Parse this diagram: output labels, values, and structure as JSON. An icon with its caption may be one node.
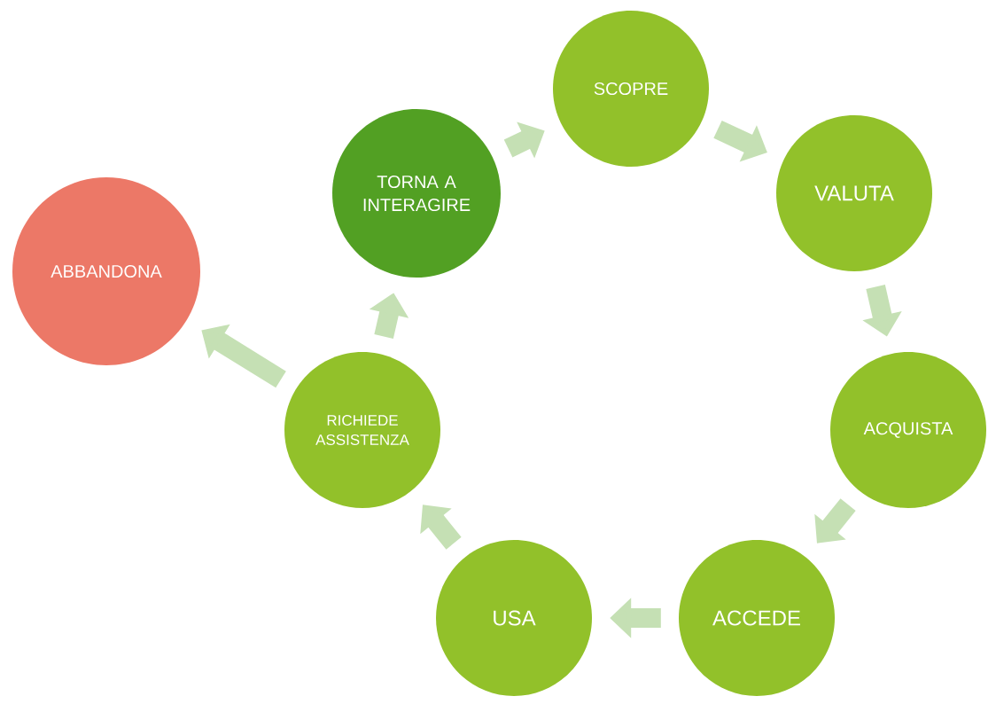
{
  "diagram": {
    "nodes": [
      {
        "text": [
          "SCOPRE"
        ]
      },
      {
        "text": [
          "VALUTA"
        ]
      },
      {
        "text": [
          "ACQUISTA"
        ]
      },
      {
        "text": [
          "ACCEDE"
        ]
      },
      {
        "text": [
          "USA"
        ]
      },
      {
        "text": [
          "RICHIEDE ASSISTENZA"
        ]
      },
      {
        "text": [
          "TORNA A INTERAGIRE"
        ]
      },
      {
        "text": [
          "ABBANDONA"
        ]
      }
    ],
    "edges": [
      {
        "from": 0,
        "to": 1,
        "arrow": "to"
      },
      {
        "from": 1,
        "to": 2,
        "arrow": "to"
      },
      {
        "from": 2,
        "to": 3,
        "arrow": "to"
      },
      {
        "from": 3,
        "to": 4,
        "arrow": "to"
      },
      {
        "from": 4,
        "to": 5,
        "arrow": "to"
      },
      {
        "from": 5,
        "to": 6,
        "arrow": "to"
      },
      {
        "from": 6,
        "to": 0,
        "arrow": "to"
      },
      {
        "from": 5,
        "to": 7,
        "arrow": "to"
      }
    ]
  }
}
